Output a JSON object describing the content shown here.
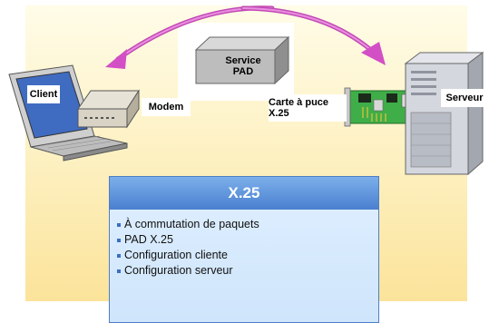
{
  "nodes": {
    "client": "Client",
    "modem": "Modem",
    "pad": [
      "Service",
      "PAD"
    ],
    "card": [
      "Carte à puce",
      "X.25"
    ],
    "server": "Serveur"
  },
  "panel": {
    "title": "X.25",
    "items": [
      "À commutation de paquets",
      "PAD X.25",
      "Configuration cliente",
      "Configuration serveur"
    ]
  }
}
